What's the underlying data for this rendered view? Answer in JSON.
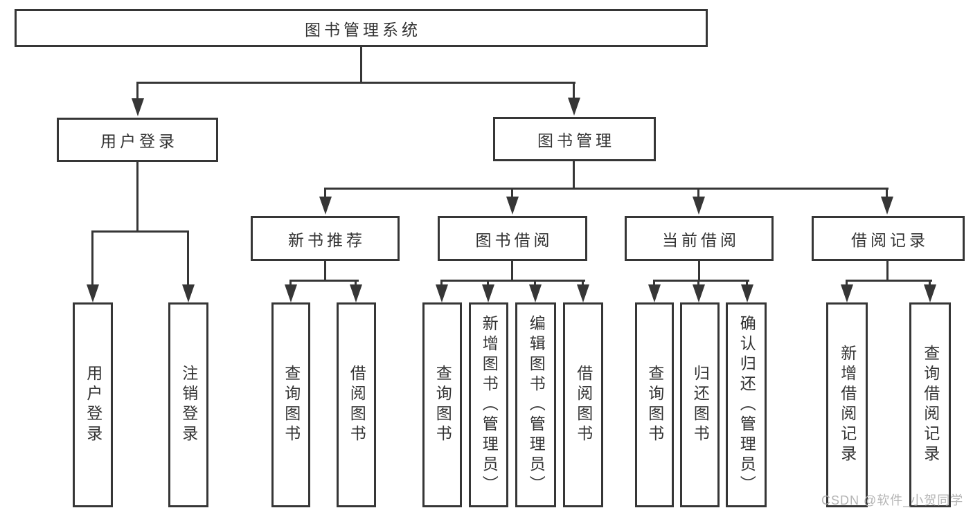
{
  "diagram": {
    "type": "hierarchy-tree",
    "nodes": {
      "root": "图书管理系统",
      "user_login": "用户登录",
      "book_mgmt": "图书管理",
      "new_books": "新书推荐",
      "book_borrow": "图书借阅",
      "current_borrow": "当前借阅",
      "borrow_records": "借阅记录",
      "user_login_leaf": "用户登录",
      "logout_leaf": "注销登录",
      "nb_query": "查询图书",
      "nb_borrow": "借阅图书",
      "bb_query": "查询图书",
      "bb_add": "新增图书（管理员）",
      "bb_edit": "编辑图书（管理员）",
      "bb_borrow": "借阅图书",
      "cb_query": "查询图书",
      "cb_return": "归还图书",
      "cb_confirm": "确认归还（管理员）",
      "br_add": "新增借阅记录",
      "br_query": "查询借阅记录"
    },
    "edges": [
      [
        "图书管理系统",
        "用户登录"
      ],
      [
        "图书管理系统",
        "图书管理"
      ],
      [
        "用户登录",
        "用户登录"
      ],
      [
        "用户登录",
        "注销登录"
      ],
      [
        "图书管理",
        "新书推荐"
      ],
      [
        "图书管理",
        "图书借阅"
      ],
      [
        "图书管理",
        "当前借阅"
      ],
      [
        "图书管理",
        "借阅记录"
      ],
      [
        "新书推荐",
        "查询图书"
      ],
      [
        "新书推荐",
        "借阅图书"
      ],
      [
        "图书借阅",
        "查询图书"
      ],
      [
        "图书借阅",
        "新增图书（管理员）"
      ],
      [
        "图书借阅",
        "编辑图书（管理员）"
      ],
      [
        "图书借阅",
        "借阅图书"
      ],
      [
        "当前借阅",
        "查询图书"
      ],
      [
        "当前借阅",
        "归还图书"
      ],
      [
        "当前借阅",
        "确认归还（管理员）"
      ],
      [
        "借阅记录",
        "新增借阅记录"
      ],
      [
        "借阅记录",
        "查询借阅记录"
      ]
    ],
    "icons": {
      "arrowhead": "arrow-down-icon"
    },
    "colors": {
      "line": "#363636",
      "text": "#333333",
      "background": "#ffffff",
      "watermark": "#b4b4b4"
    }
  },
  "watermark": "CSDN @软件_小贺同学"
}
